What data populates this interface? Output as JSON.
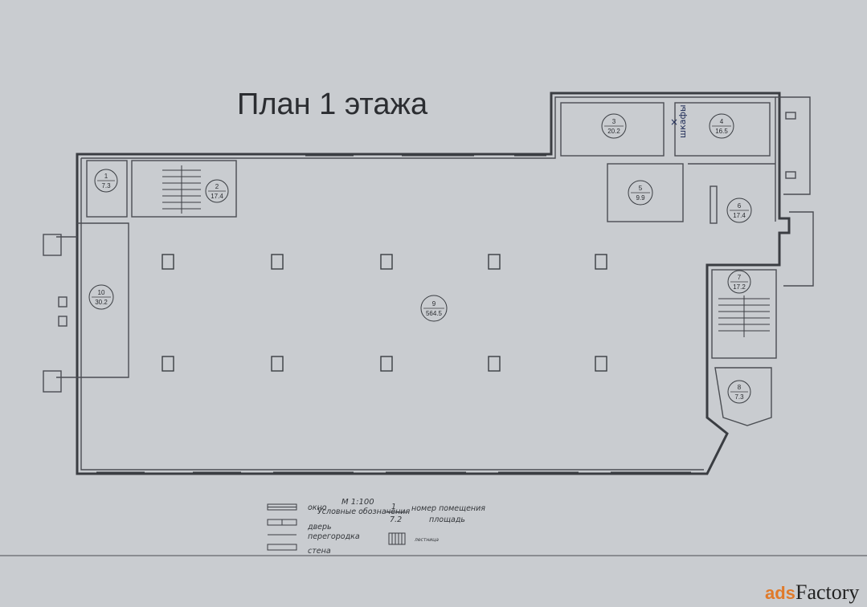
{
  "title": "План 1 этажа",
  "scale_label": "М 1:100",
  "legend": {
    "heading": "Условные обозначения",
    "window": "окно",
    "door": "дверь",
    "partition": "перегородка",
    "wall": "стена",
    "room_number": "номер помещения",
    "area": "площадь",
    "example_number": "1",
    "example_area": "7.2",
    "stair": "лестница"
  },
  "handwritten_note": "шкафы",
  "rooms": [
    {
      "id": "room-1",
      "number": "1",
      "area": "7.3"
    },
    {
      "id": "room-2",
      "number": "2",
      "area": "17.4"
    },
    {
      "id": "room-3",
      "number": "3",
      "area": "20.2"
    },
    {
      "id": "room-4",
      "number": "4",
      "area": "16.5"
    },
    {
      "id": "room-5",
      "number": "5",
      "area": "9.9"
    },
    {
      "id": "room-6",
      "number": "6",
      "area": "17.4"
    },
    {
      "id": "room-7",
      "number": "7",
      "area": "17.2"
    },
    {
      "id": "room-8",
      "number": "8",
      "area": "7.3"
    },
    {
      "id": "room-9",
      "number": "9",
      "area": "564.5"
    },
    {
      "id": "room-10",
      "number": "10",
      "area": "30.2"
    }
  ],
  "watermark": {
    "part1": "ads",
    "part2": "Factory"
  },
  "colors": {
    "paper": "#c9ccd0",
    "ink": "#3a3d42",
    "brand": "#e07a2a"
  }
}
